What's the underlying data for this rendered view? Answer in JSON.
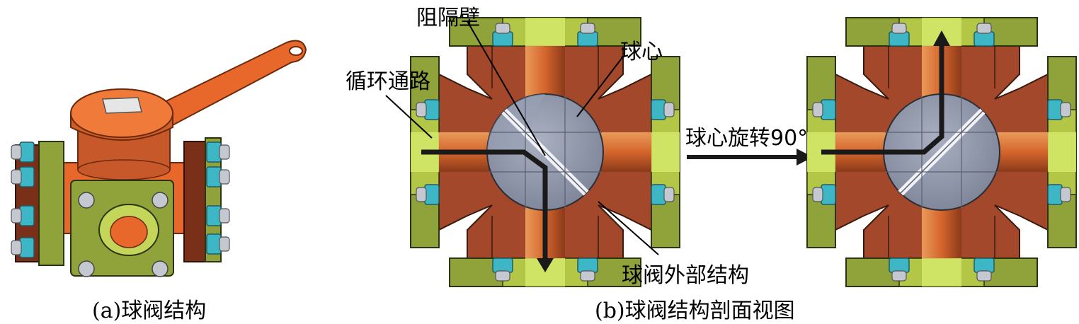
{
  "captions": {
    "a": "(a)球阀结构",
    "b": "(b)球阀结构剖面视图"
  },
  "labels": {
    "barrier_wall": "阻隔壁",
    "circulation_path": "循环通路",
    "ball_core": "球心",
    "outer_structure": "球阀外部结构",
    "rotate": "球心旋转90°"
  },
  "colors": {
    "body": "#a3482a",
    "body_dark": "#7a3018",
    "handle": "#e8672a",
    "flange": "#8fa33a",
    "flange_light": "#c3d65a",
    "ball": "#8c93a8",
    "bolt": "#b8bcc6",
    "nut": "#3db6c6",
    "channel": "#d9773b"
  }
}
